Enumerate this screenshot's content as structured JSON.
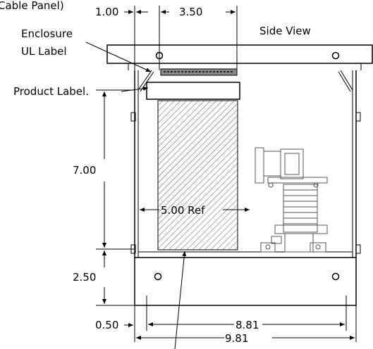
{
  "labels": {
    "top_cut": "Cable Panel)",
    "view_title": "Side View",
    "enclosure_label_line1": "Enclosure",
    "enclosure_label_line2": "UL Label",
    "product_label": "Product Label."
  },
  "dimensions": {
    "top_left": "1.00",
    "top_right": "3.50",
    "height_main": "7.00",
    "height_base": "2.50",
    "offset_bottom": "0.50",
    "width_inner": "8.81",
    "width_outer": "9.81",
    "width_ref": "5.00 Ref"
  }
}
